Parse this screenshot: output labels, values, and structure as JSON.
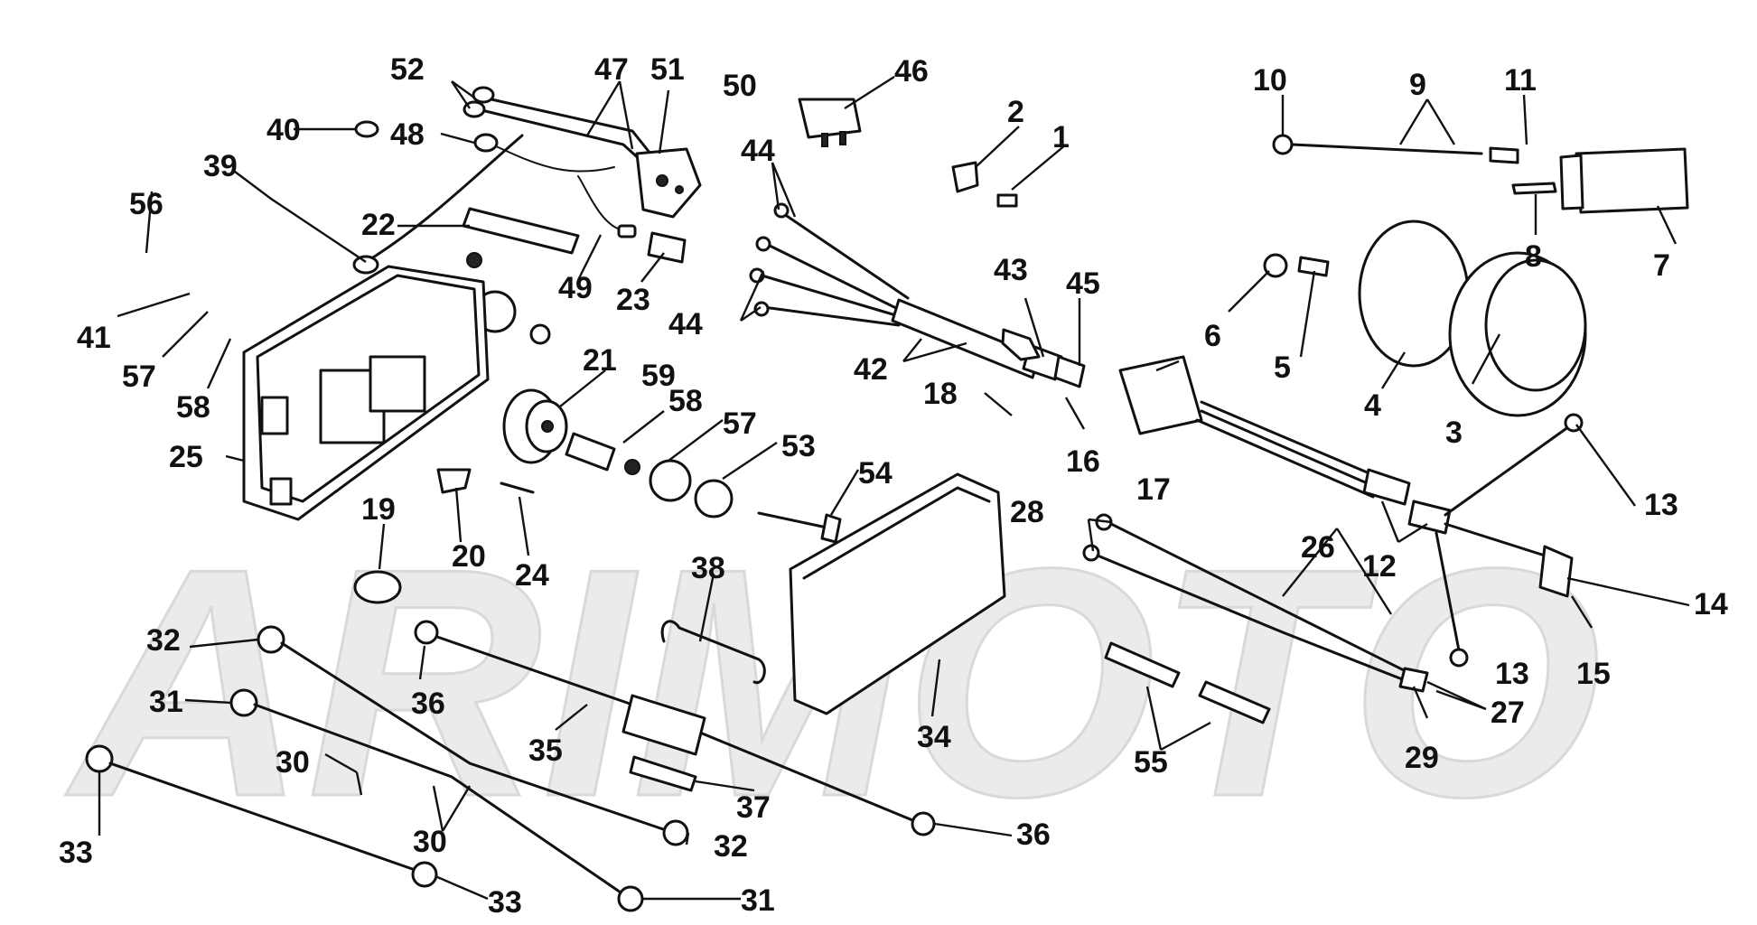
{
  "watermark": {
    "text": "ARIMOTO",
    "color": "#ebebeb"
  },
  "callouts": {
    "c1": "1",
    "c2": "2",
    "c3": "3",
    "c4": "4",
    "c5": "5",
    "c6": "6",
    "c7": "7",
    "c8": "8",
    "c9": "9",
    "c10": "10",
    "c11": "11",
    "c12": "12",
    "c13": "13",
    "c14": "14",
    "c15": "15",
    "c16": "16",
    "c17": "17",
    "c18": "18",
    "c19": "19",
    "c20": "20",
    "c21": "21",
    "c22": "22",
    "c23": "23",
    "c24": "24",
    "c25": "25",
    "c26": "26",
    "c27": "27",
    "c28": "28",
    "c29": "29",
    "c30": "30",
    "c31": "31",
    "c32": "32",
    "c33": "33",
    "c34": "34",
    "c35": "35",
    "c36": "36",
    "c37": "37",
    "c38": "38",
    "c39": "39",
    "c40": "40",
    "c41": "41",
    "c42": "42",
    "c43": "43",
    "c44": "44",
    "c45": "45",
    "c46": "46",
    "c47": "47",
    "c48": "48",
    "c49": "49",
    "c50": "50",
    "c51": "51",
    "c52": "52",
    "c53": "53",
    "c54": "54",
    "c55": "55",
    "c56": "56",
    "c57": "57",
    "c58": "58",
    "c59": "59"
  },
  "colors": {
    "ink": "#111111",
    "paper": "#ffffff"
  }
}
